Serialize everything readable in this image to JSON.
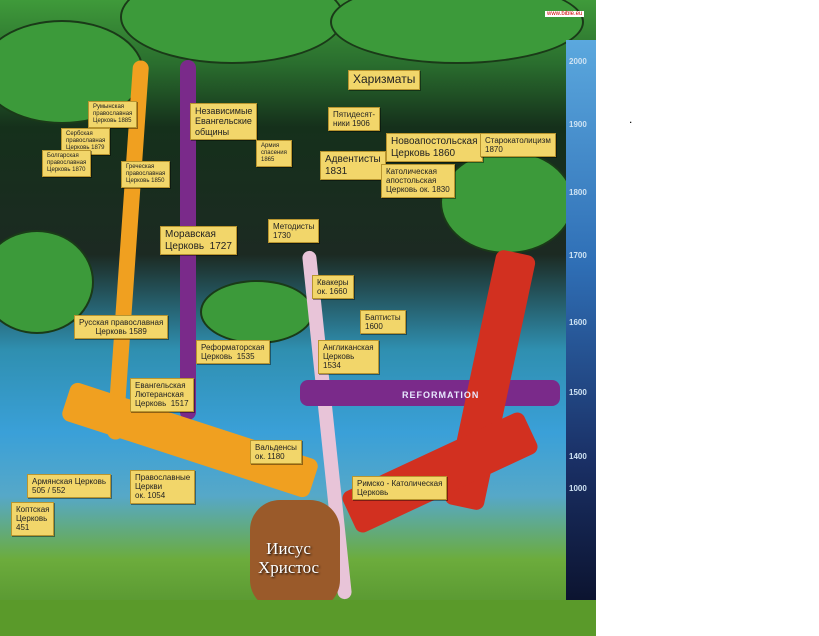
{
  "watermark": "www.bible.eu",
  "center_label": [
    "Иисус",
    "Христос"
  ],
  "reformation_label": "REFORMATION",
  "timeline": [
    "2000",
    "1900",
    "1800",
    "1700",
    "1600",
    "1500",
    "1400",
    "1000"
  ],
  "labels": {
    "charismatics": "Харизматы",
    "pentecostals": "Пятидесят-\nники 1906",
    "romanian": "Румынская\nправославная\nЦерковь 1885",
    "independent": "Независимые\nЕвангельские\nобщины",
    "serbian": "Сербская\nправославная\nЦерковь 1879",
    "bulgarian": "Болгарская\nправославная\nЦерковь 1870",
    "greek": "Греческая\nправославная\nЦерковь 1850",
    "salvation_army": "Армия\nспасения\n1865",
    "adventists": "Адвентисты\n1831",
    "new_apostolic": "Новоапостольская\nЦерковь 1860",
    "catholic_apostolic": "Католическая\nапостольская\nЦерковь ок. 1830",
    "old_catholic": "Старокатолицизм\n1870",
    "moravian": "Моравская\nЦерковь  1727",
    "methodists": "Методисты\n1730",
    "quakers": "Квакеры\nок. 1660",
    "baptists": "Баптисты\n1600",
    "russian": "Русская православная\nЦерковь 1589",
    "reformed": "Реформаторская\nЦерковь  1535",
    "anglican": "Англиканская\nЦерковь\n1534",
    "lutheran": "Евангельская\nЛютеранская\nЦерковь  1517",
    "waldensians": "Вальденсы\nок. 1180",
    "armenian": "Армянская Церковь\n505 / 552",
    "orthodox": "Православные\nЦеркви\nок. 1054",
    "roman_catholic": "Римско - Католическая\nЦерковь",
    "coptic": "Коптская\nЦерковь\n451"
  },
  "side_mark": "."
}
